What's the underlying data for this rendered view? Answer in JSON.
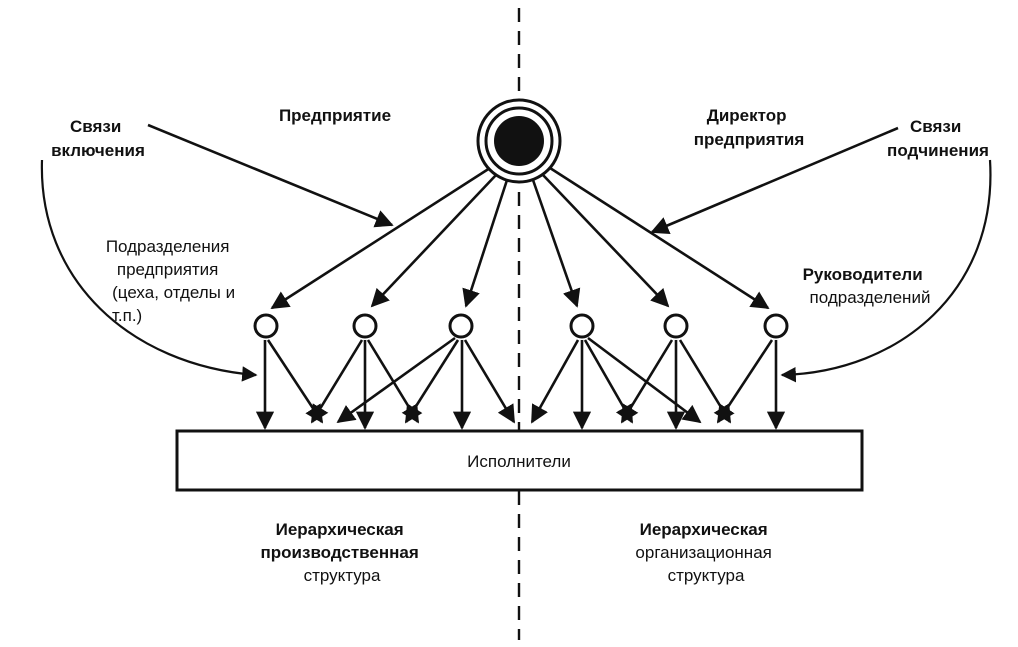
{
  "labels": {
    "enterprise": "Предприятие",
    "director": [
      "Директор",
      "предприятия"
    ],
    "inclusion_links": [
      "Связи",
      "включения"
    ],
    "subordination_links": [
      "Связи",
      "подчинения"
    ],
    "subdivisions": [
      "Подразделения",
      "предприятия",
      "(цеха, отделы и",
      "т.п.)"
    ],
    "unit_heads": [
      "Руководители",
      "подразделений"
    ],
    "executors": "Исполнители",
    "production_structure": [
      "Иерархическая",
      "производственная",
      "структура"
    ],
    "organizational_structure": [
      "Иерархическая",
      "организационная",
      "структура"
    ]
  },
  "diagram": {
    "director_node": "director",
    "unit_nodes": [
      "unit-1",
      "unit-2",
      "unit-3",
      "unit-4",
      "unit-5",
      "unit-6"
    ],
    "edges": [
      [
        "director",
        "unit-1"
      ],
      [
        "director",
        "unit-2"
      ],
      [
        "director",
        "unit-3"
      ],
      [
        "director",
        "unit-4"
      ],
      [
        "director",
        "unit-5"
      ],
      [
        "director",
        "unit-6"
      ],
      [
        "unit-1",
        "executors"
      ],
      [
        "unit-2",
        "executors"
      ],
      [
        "unit-3",
        "executors"
      ],
      [
        "unit-4",
        "executors"
      ],
      [
        "unit-5",
        "executors"
      ],
      [
        "unit-6",
        "executors"
      ]
    ]
  }
}
